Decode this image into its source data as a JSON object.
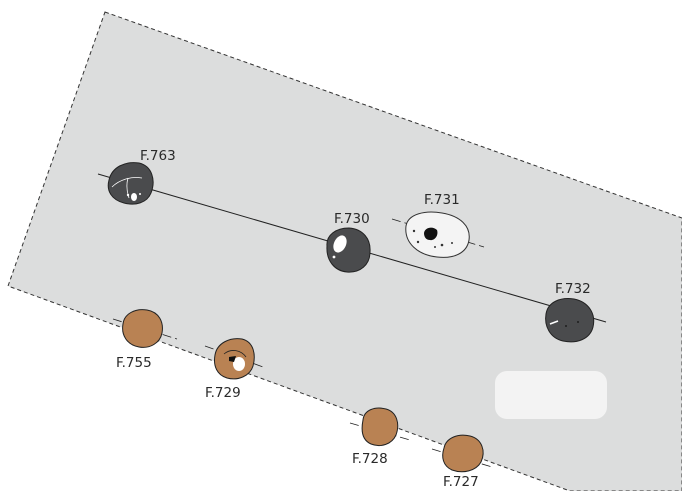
{
  "colors": {
    "excavation_area": "#dcdddd",
    "area_outline": "#333333",
    "dark_fill": "#4a4b4d",
    "light_fill": "#f4f4f4",
    "brown_fill": "#b98253",
    "feature_outline": "#222222",
    "patch": "#f3f3f3",
    "white_inclusion": "#ffffff"
  },
  "features": [
    {
      "label": "F.763",
      "type": "dark-posthole"
    },
    {
      "label": "F.730",
      "type": "dark-posthole"
    },
    {
      "label": "F.731",
      "type": "light-posthole"
    },
    {
      "label": "F.732",
      "type": "dark-posthole"
    },
    {
      "label": "F.755",
      "type": "brown-posthole"
    },
    {
      "label": "F.729",
      "type": "brown-posthole"
    },
    {
      "label": "F.728",
      "type": "brown-posthole"
    },
    {
      "label": "F.727",
      "type": "brown-posthole"
    }
  ]
}
